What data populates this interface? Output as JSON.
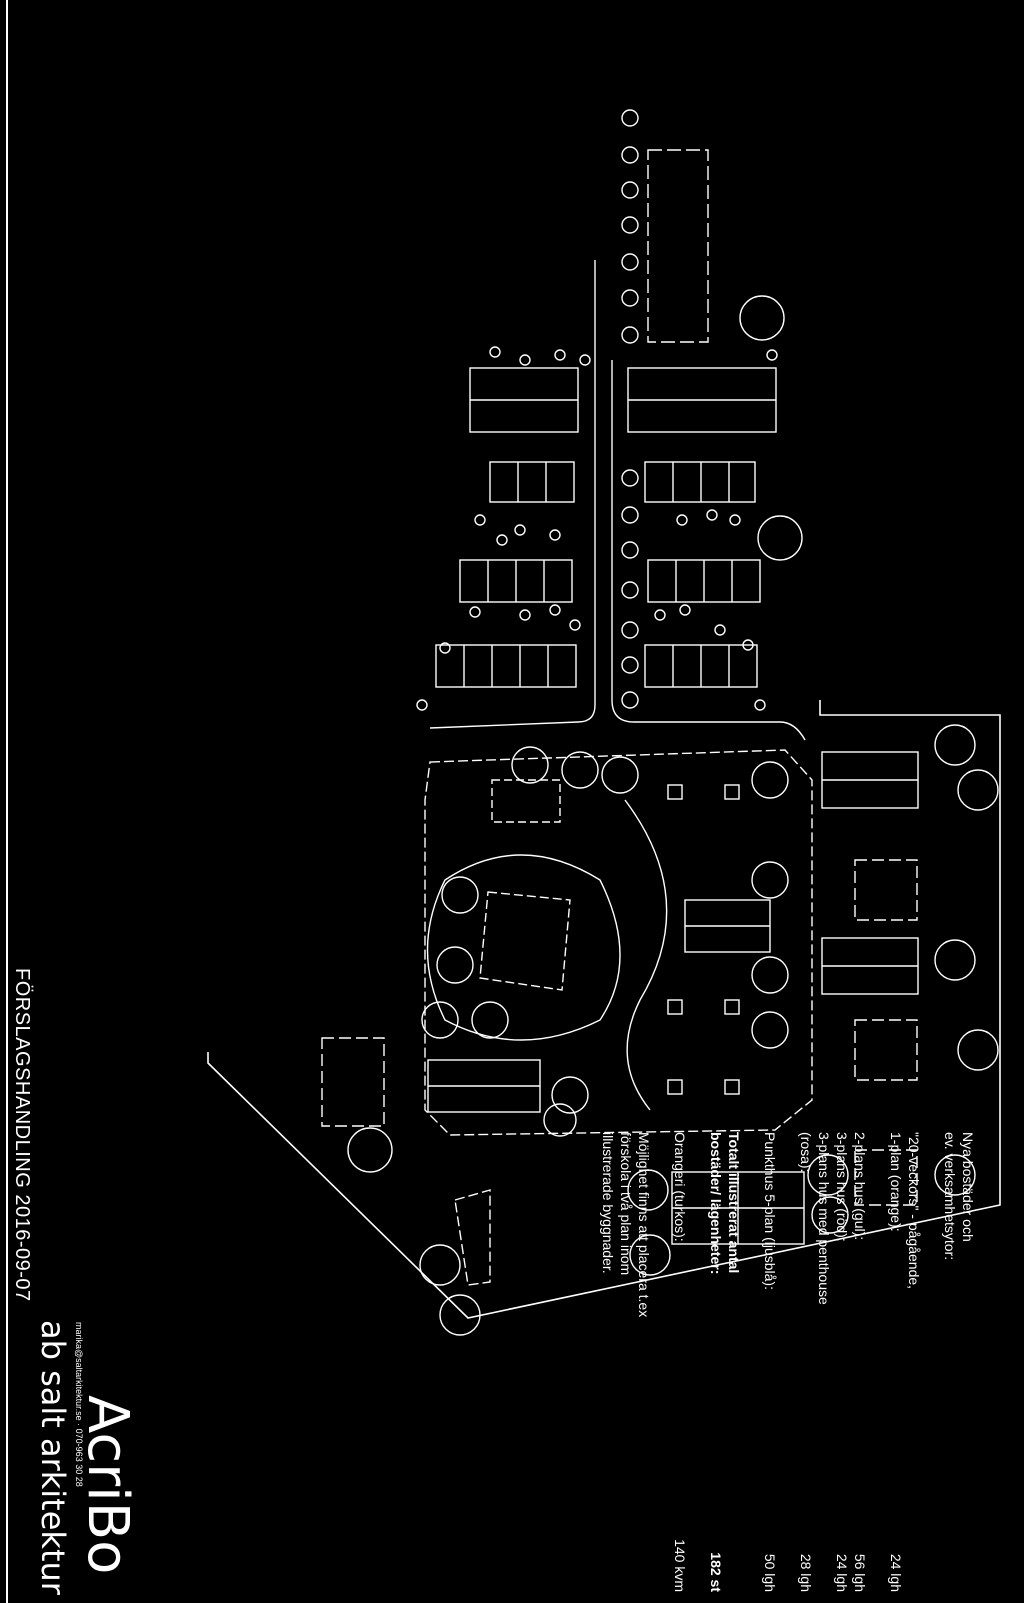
{
  "document": {
    "heading": "FÖRSLAGSHANDLING 2016-09-07",
    "brand": "AcriBo",
    "firm": "ab salt arkitektur",
    "contact": "marika@saltarkitektur.se · 070-963 30 28"
  },
  "legend": {
    "lines": [
      {
        "label": "Nya bostäder och",
        "value": ""
      },
      {
        "label": "ev. verksamhetsytor:",
        "value": ""
      },
      {
        "label": "",
        "value": ""
      },
      {
        "label": "\"20-veckors\" - pågående,",
        "value": ""
      },
      {
        "label": "1-plan (orange):",
        "value": "24 lgh"
      },
      {
        "label": "",
        "value": ""
      },
      {
        "label": "2-plans hus (gul):",
        "value": "56 lgh"
      },
      {
        "label": "3-plans hus (röd):",
        "value": "24 lgh"
      },
      {
        "label": "3-plans hus med penthouse",
        "value": ""
      },
      {
        "label": "(rosa):",
        "value": "28 lgh"
      },
      {
        "label": "",
        "value": ""
      },
      {
        "label": "Punkthus 5-plan (ljusblå):",
        "value": "50 lgh"
      },
      {
        "label": "",
        "value": ""
      },
      {
        "label": "Totalt illustrerat antal",
        "value": "",
        "bold": true
      },
      {
        "label": "bostäder/ lägenheter:",
        "value": "182 st",
        "bold": true
      },
      {
        "label": "",
        "value": ""
      },
      {
        "label": "Orangeri (turkos):",
        "value": "140 kvm"
      },
      {
        "label": "",
        "value": ""
      },
      {
        "label": "Möjlighet finns att placera t.ex",
        "value": ""
      },
      {
        "label": "förskola i två plan inom",
        "value": ""
      },
      {
        "label": "illustrerade byggnader.",
        "value": ""
      }
    ]
  },
  "colors": {
    "background": "#000000",
    "line": "#ffffff"
  }
}
